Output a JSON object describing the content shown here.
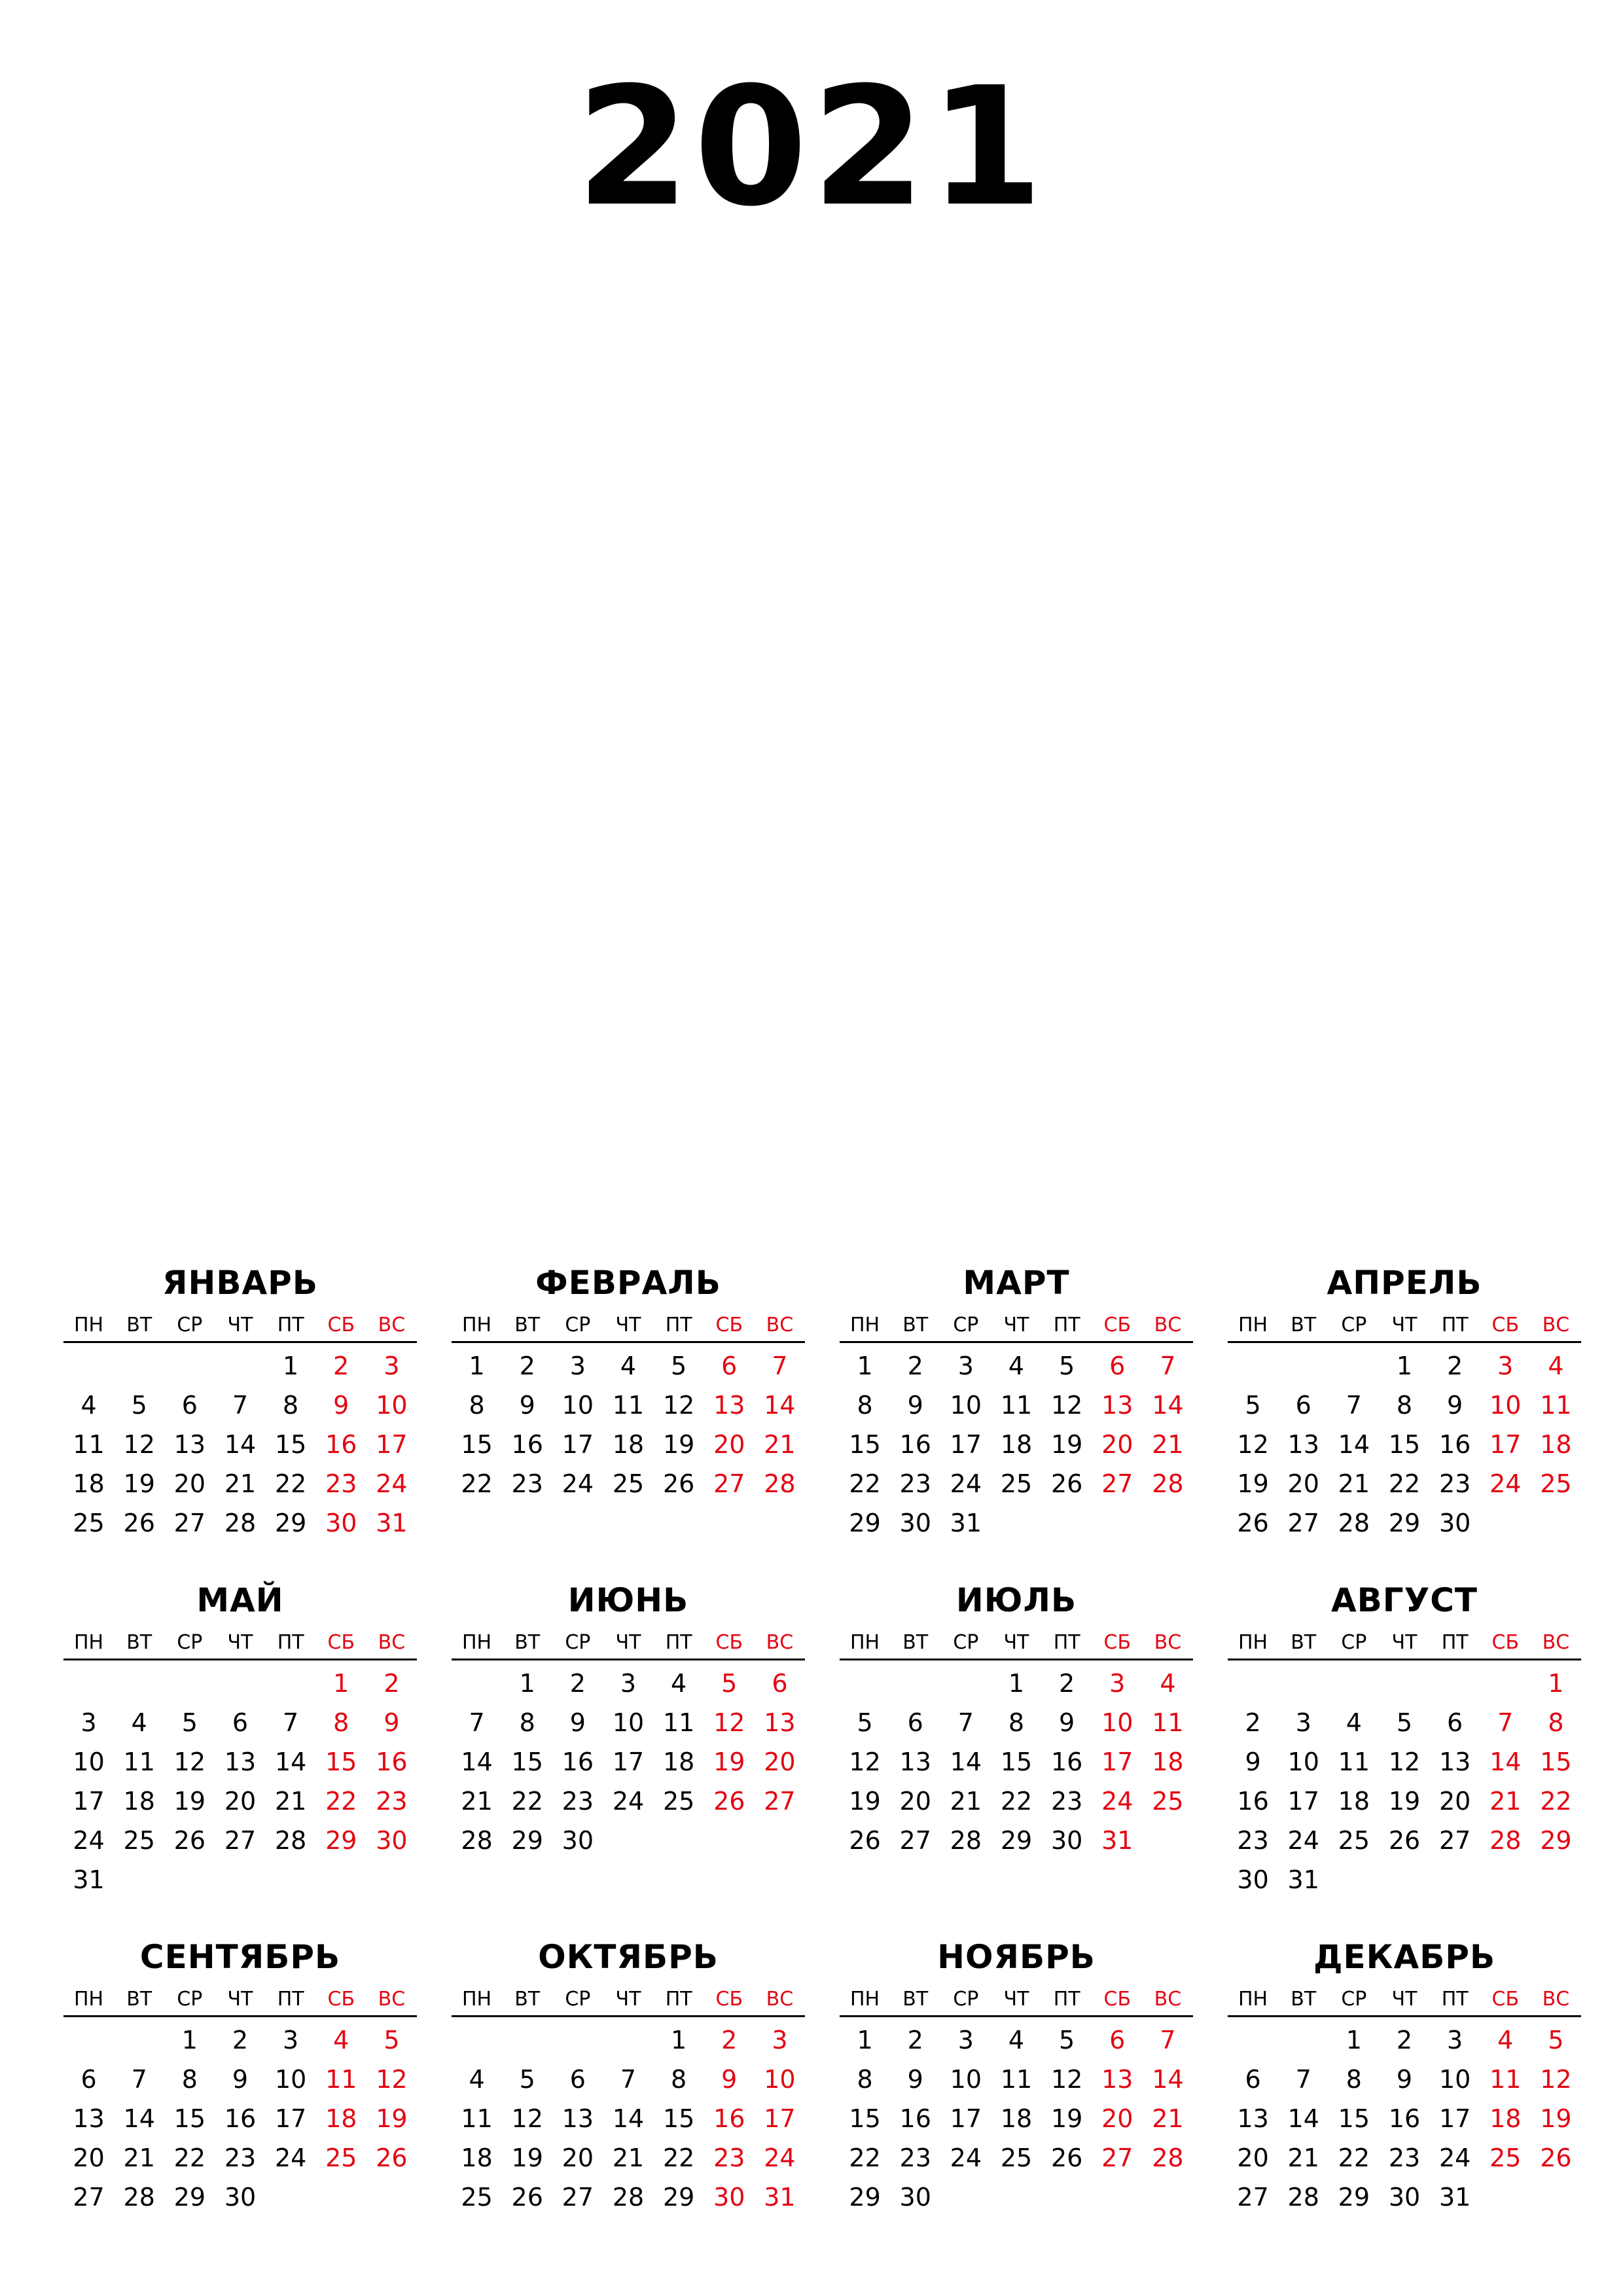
{
  "title": "2021",
  "colors": {
    "weekend": "#e30613",
    "text": "#000000",
    "background": "#ffffff"
  },
  "weekdays": [
    "ПН",
    "ВТ",
    "СР",
    "ЧТ",
    "ПТ",
    "СБ",
    "ВС"
  ],
  "months": [
    {
      "name": "ЯНВАРЬ",
      "weeks": [
        [
          "",
          "",
          "",
          "",
          "1",
          "2",
          "3"
        ],
        [
          "4",
          "5",
          "6",
          "7",
          "8",
          "9",
          "10"
        ],
        [
          "11",
          "12",
          "13",
          "14",
          "15",
          "16",
          "17"
        ],
        [
          "18",
          "19",
          "20",
          "21",
          "22",
          "23",
          "24"
        ],
        [
          "25",
          "26",
          "27",
          "28",
          "29",
          "30",
          "31"
        ]
      ]
    },
    {
      "name": "ФЕВРАЛЬ",
      "weeks": [
        [
          "1",
          "2",
          "3",
          "4",
          "5",
          "6",
          "7"
        ],
        [
          "8",
          "9",
          "10",
          "11",
          "12",
          "13",
          "14"
        ],
        [
          "15",
          "16",
          "17",
          "18",
          "19",
          "20",
          "21"
        ],
        [
          "22",
          "23",
          "24",
          "25",
          "26",
          "27",
          "28"
        ]
      ]
    },
    {
      "name": "МАРТ",
      "weeks": [
        [
          "1",
          "2",
          "3",
          "4",
          "5",
          "6",
          "7"
        ],
        [
          "8",
          "9",
          "10",
          "11",
          "12",
          "13",
          "14"
        ],
        [
          "15",
          "16",
          "17",
          "18",
          "19",
          "20",
          "21"
        ],
        [
          "22",
          "23",
          "24",
          "25",
          "26",
          "27",
          "28"
        ],
        [
          "29",
          "30",
          "31",
          "",
          "",
          "",
          ""
        ]
      ]
    },
    {
      "name": "АПРЕЛЬ",
      "weeks": [
        [
          "",
          "",
          "",
          "1",
          "2",
          "3",
          "4"
        ],
        [
          "5",
          "6",
          "7",
          "8",
          "9",
          "10",
          "11"
        ],
        [
          "12",
          "13",
          "14",
          "15",
          "16",
          "17",
          "18"
        ],
        [
          "19",
          "20",
          "21",
          "22",
          "23",
          "24",
          "25"
        ],
        [
          "26",
          "27",
          "28",
          "29",
          "30",
          "",
          ""
        ]
      ]
    },
    {
      "name": "МАЙ",
      "weeks": [
        [
          "",
          "",
          "",
          "",
          "",
          "1",
          "2"
        ],
        [
          "3",
          "4",
          "5",
          "6",
          "7",
          "8",
          "9"
        ],
        [
          "10",
          "11",
          "12",
          "13",
          "14",
          "15",
          "16"
        ],
        [
          "17",
          "18",
          "19",
          "20",
          "21",
          "22",
          "23"
        ],
        [
          "24",
          "25",
          "26",
          "27",
          "28",
          "29",
          "30"
        ],
        [
          "31",
          "",
          "",
          "",
          "",
          "",
          ""
        ]
      ]
    },
    {
      "name": "ИЮНЬ",
      "weeks": [
        [
          "",
          "1",
          "2",
          "3",
          "4",
          "5",
          "6"
        ],
        [
          "7",
          "8",
          "9",
          "10",
          "11",
          "12",
          "13"
        ],
        [
          "14",
          "15",
          "16",
          "17",
          "18",
          "19",
          "20"
        ],
        [
          "21",
          "22",
          "23",
          "24",
          "25",
          "26",
          "27"
        ],
        [
          "28",
          "29",
          "30",
          "",
          "",
          "",
          ""
        ]
      ]
    },
    {
      "name": "ИЮЛЬ",
      "weeks": [
        [
          "",
          "",
          "",
          "1",
          "2",
          "3",
          "4"
        ],
        [
          "5",
          "6",
          "7",
          "8",
          "9",
          "10",
          "11"
        ],
        [
          "12",
          "13",
          "14",
          "15",
          "16",
          "17",
          "18"
        ],
        [
          "19",
          "20",
          "21",
          "22",
          "23",
          "24",
          "25"
        ],
        [
          "26",
          "27",
          "28",
          "29",
          "30",
          "31",
          ""
        ]
      ]
    },
    {
      "name": "АВГУСТ",
      "weeks": [
        [
          "",
          "",
          "",
          "",
          "",
          "",
          "1"
        ],
        [
          "2",
          "3",
          "4",
          "5",
          "6",
          "7",
          "8"
        ],
        [
          "9",
          "10",
          "11",
          "12",
          "13",
          "14",
          "15"
        ],
        [
          "16",
          "17",
          "18",
          "19",
          "20",
          "21",
          "22"
        ],
        [
          "23",
          "24",
          "25",
          "26",
          "27",
          "28",
          "29"
        ],
        [
          "30",
          "31",
          "",
          "",
          "",
          "",
          ""
        ]
      ]
    },
    {
      "name": "СЕНТЯБРЬ",
      "weeks": [
        [
          "",
          "",
          "1",
          "2",
          "3",
          "4",
          "5"
        ],
        [
          "6",
          "7",
          "8",
          "9",
          "10",
          "11",
          "12"
        ],
        [
          "13",
          "14",
          "15",
          "16",
          "17",
          "18",
          "19"
        ],
        [
          "20",
          "21",
          "22",
          "23",
          "24",
          "25",
          "26"
        ],
        [
          "27",
          "28",
          "29",
          "30",
          "",
          "",
          ""
        ]
      ]
    },
    {
      "name": "ОКТЯБРЬ",
      "weeks": [
        [
          "",
          "",
          "",
          "",
          "1",
          "2",
          "3"
        ],
        [
          "4",
          "5",
          "6",
          "7",
          "8",
          "9",
          "10"
        ],
        [
          "11",
          "12",
          "13",
          "14",
          "15",
          "16",
          "17"
        ],
        [
          "18",
          "19",
          "20",
          "21",
          "22",
          "23",
          "24"
        ],
        [
          "25",
          "26",
          "27",
          "28",
          "29",
          "30",
          "31"
        ]
      ]
    },
    {
      "name": "НОЯБРЬ",
      "weeks": [
        [
          "1",
          "2",
          "3",
          "4",
          "5",
          "6",
          "7"
        ],
        [
          "8",
          "9",
          "10",
          "11",
          "12",
          "13",
          "14"
        ],
        [
          "15",
          "16",
          "17",
          "18",
          "19",
          "20",
          "21"
        ],
        [
          "22",
          "23",
          "24",
          "25",
          "26",
          "27",
          "28"
        ],
        [
          "29",
          "30",
          "",
          "",
          "",
          "",
          ""
        ]
      ]
    },
    {
      "name": "ДЕКАБРЬ",
      "weeks": [
        [
          "",
          "",
          "1",
          "2",
          "3",
          "4",
          "5"
        ],
        [
          "6",
          "7",
          "8",
          "9",
          "10",
          "11",
          "12"
        ],
        [
          "13",
          "14",
          "15",
          "16",
          "17",
          "18",
          "19"
        ],
        [
          "20",
          "21",
          "22",
          "23",
          "24",
          "25",
          "26"
        ],
        [
          "27",
          "28",
          "29",
          "30",
          "31",
          "",
          ""
        ]
      ]
    }
  ]
}
